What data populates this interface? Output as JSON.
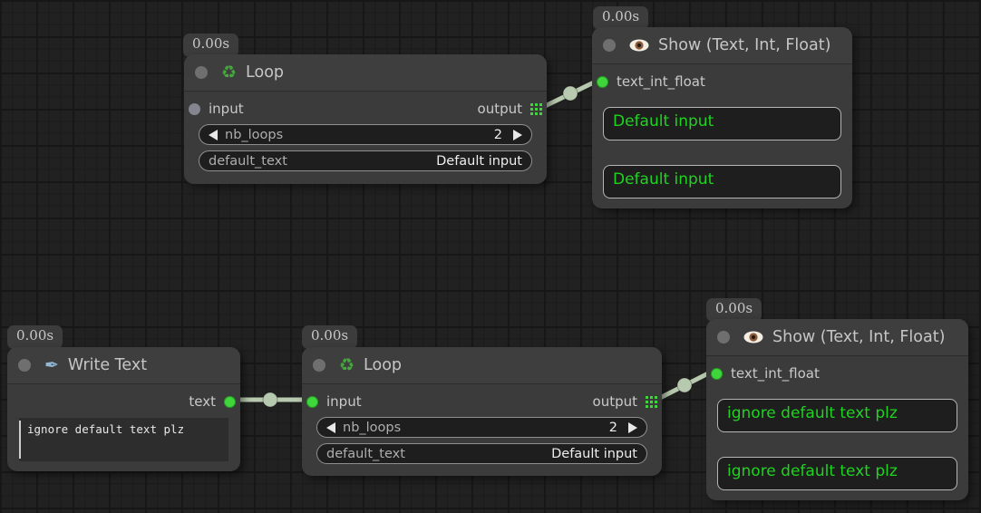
{
  "colors": {
    "background": "#212121",
    "node_body": "#3b3b3b",
    "wire": "#b7c9ae",
    "port_green": "#3ed63b",
    "port_gray": "#85858f",
    "display_text_green": "#1fd41f"
  },
  "icons": {
    "recycle_glyph": "♻",
    "pen_glyph": "✒"
  },
  "nodes": {
    "loop_top": {
      "timer": "0.00s",
      "title": "Loop",
      "input_label": "input",
      "output_label": "output",
      "fields": {
        "nb_loops": {
          "label": "nb_loops",
          "value": "2"
        },
        "default_text": {
          "label": "default_text",
          "value": "Default input"
        }
      }
    },
    "show_top": {
      "timer": "0.00s",
      "title": "Show (Text, Int, Float)",
      "input_label": "text_int_float",
      "display1": "Default input",
      "display2": "Default input"
    },
    "write_text": {
      "timer": "0.00s",
      "title": "Write Text",
      "output_label": "text",
      "textarea_value": "ignore default text plz"
    },
    "loop_bottom": {
      "timer": "0.00s",
      "title": "Loop",
      "input_label": "input",
      "output_label": "output",
      "fields": {
        "nb_loops": {
          "label": "nb_loops",
          "value": "2"
        },
        "default_text": {
          "label": "default_text",
          "value": "Default input"
        }
      }
    },
    "show_bottom": {
      "timer": "0.00s",
      "title": "Show (Text, Int, Float)",
      "input_label": "text_int_float",
      "display1": "ignore default text plz",
      "display2": "ignore default text plz"
    }
  }
}
